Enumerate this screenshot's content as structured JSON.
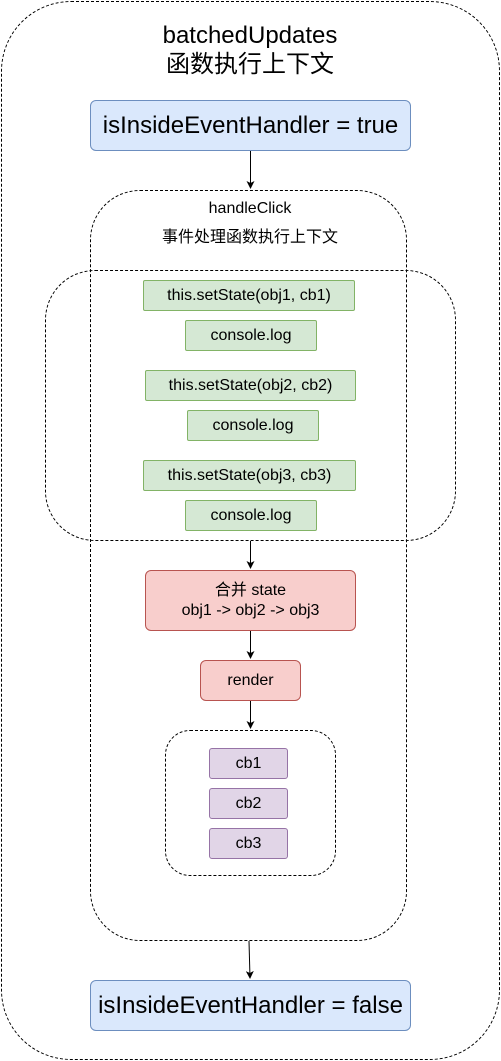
{
  "outer": {
    "title": "batchedUpdates",
    "subtitle": "函数执行上下文"
  },
  "start_node": "isInsideEventHandler = true",
  "handler": {
    "title": "handleClick",
    "subtitle": "事件处理函数执行上下文"
  },
  "calls": [
    {
      "setstate": "this.setState(obj1, cb1)",
      "log": "console.log"
    },
    {
      "setstate": "this.setState(obj2, cb2)",
      "log": "console.log"
    },
    {
      "setstate": "this.setState(obj3, cb3)",
      "log": "console.log"
    }
  ],
  "merge": {
    "line1": "合并 state",
    "line2": "obj1 -> obj2 -> obj3"
  },
  "render": "render",
  "callbacks": [
    "cb1",
    "cb2",
    "cb3"
  ],
  "end_node": "isInsideEventHandler = false",
  "colors": {
    "blue_fill": "#dae8fc",
    "blue_stroke": "#6c8ebf",
    "green_fill": "#d5e8d4",
    "green_stroke": "#82b366",
    "red_fill": "#f8cecc",
    "red_stroke": "#b85450",
    "purple_fill": "#e1d5e7",
    "purple_stroke": "#9673a6"
  }
}
